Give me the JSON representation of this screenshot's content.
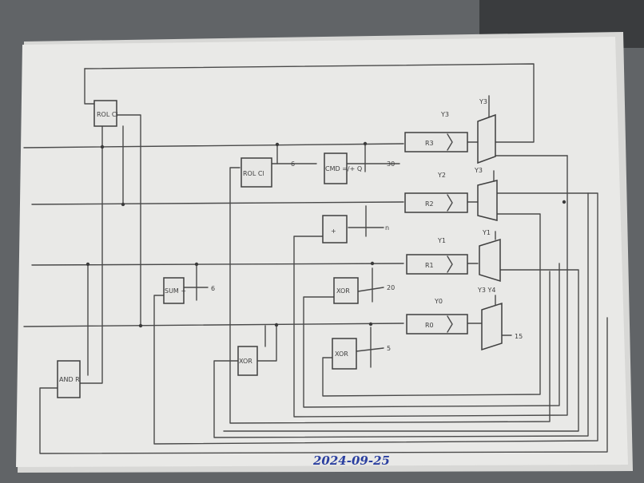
{
  "labels": {
    "rol_top": "ROL Cl",
    "and_block": "AND R",
    "sum_block": "SUM +",
    "rol_mid": "ROL Cl",
    "cmd_block": "CMD =/+ Q",
    "adder_block": "+",
    "xor_1": "XOR",
    "xor_2": "XOR",
    "xor_3": "XOR",
    "reg_r3": "R3",
    "reg_r2": "R2",
    "reg_r1": "R1",
    "reg_r0": "R0",
    "y3": "Y3",
    "y2": "Y2",
    "y1": "Y1",
    "y0": "Y0",
    "y3b": "Y3",
    "yb2": "Y3",
    "y1b": "Y1",
    "y4": "Y3 Y4",
    "bus_30": "30",
    "bus_6a": "6",
    "bus_6b": "6",
    "bus_n": "n",
    "bus_20": "20",
    "bus_5": "5",
    "bus_15": "15",
    "date": "2024-09-25"
  }
}
